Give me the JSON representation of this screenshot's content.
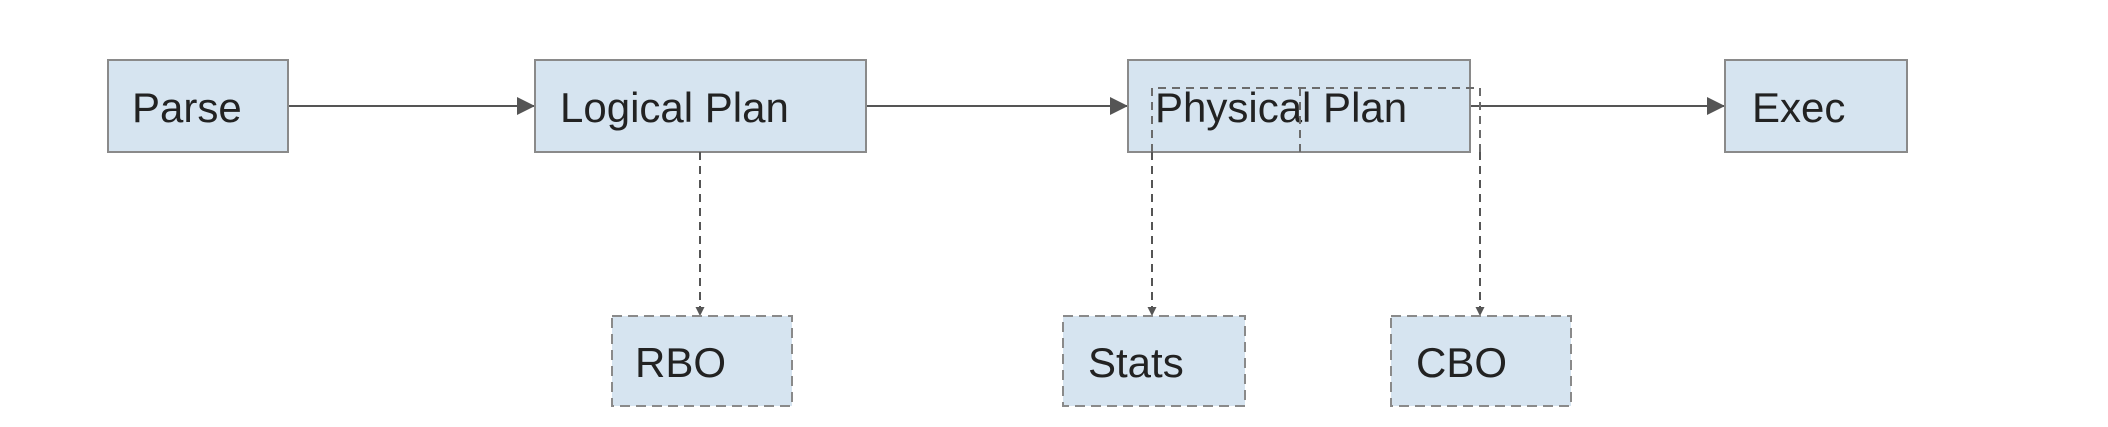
{
  "diagram": {
    "nodes": {
      "parse": {
        "label": "Parse"
      },
      "logical_plan": {
        "label": "Logical Plan"
      },
      "physical_plan": {
        "label": "Physical Plan"
      },
      "exec": {
        "label": "Exec"
      },
      "rbo": {
        "label": "RBO"
      },
      "stats": {
        "label": "Stats"
      },
      "cbo": {
        "label": "CBO"
      }
    },
    "colors": {
      "node_fill": "#d6e4f0",
      "node_border": "#8a8a8a",
      "edge": "#555555",
      "text": "#222222"
    }
  }
}
